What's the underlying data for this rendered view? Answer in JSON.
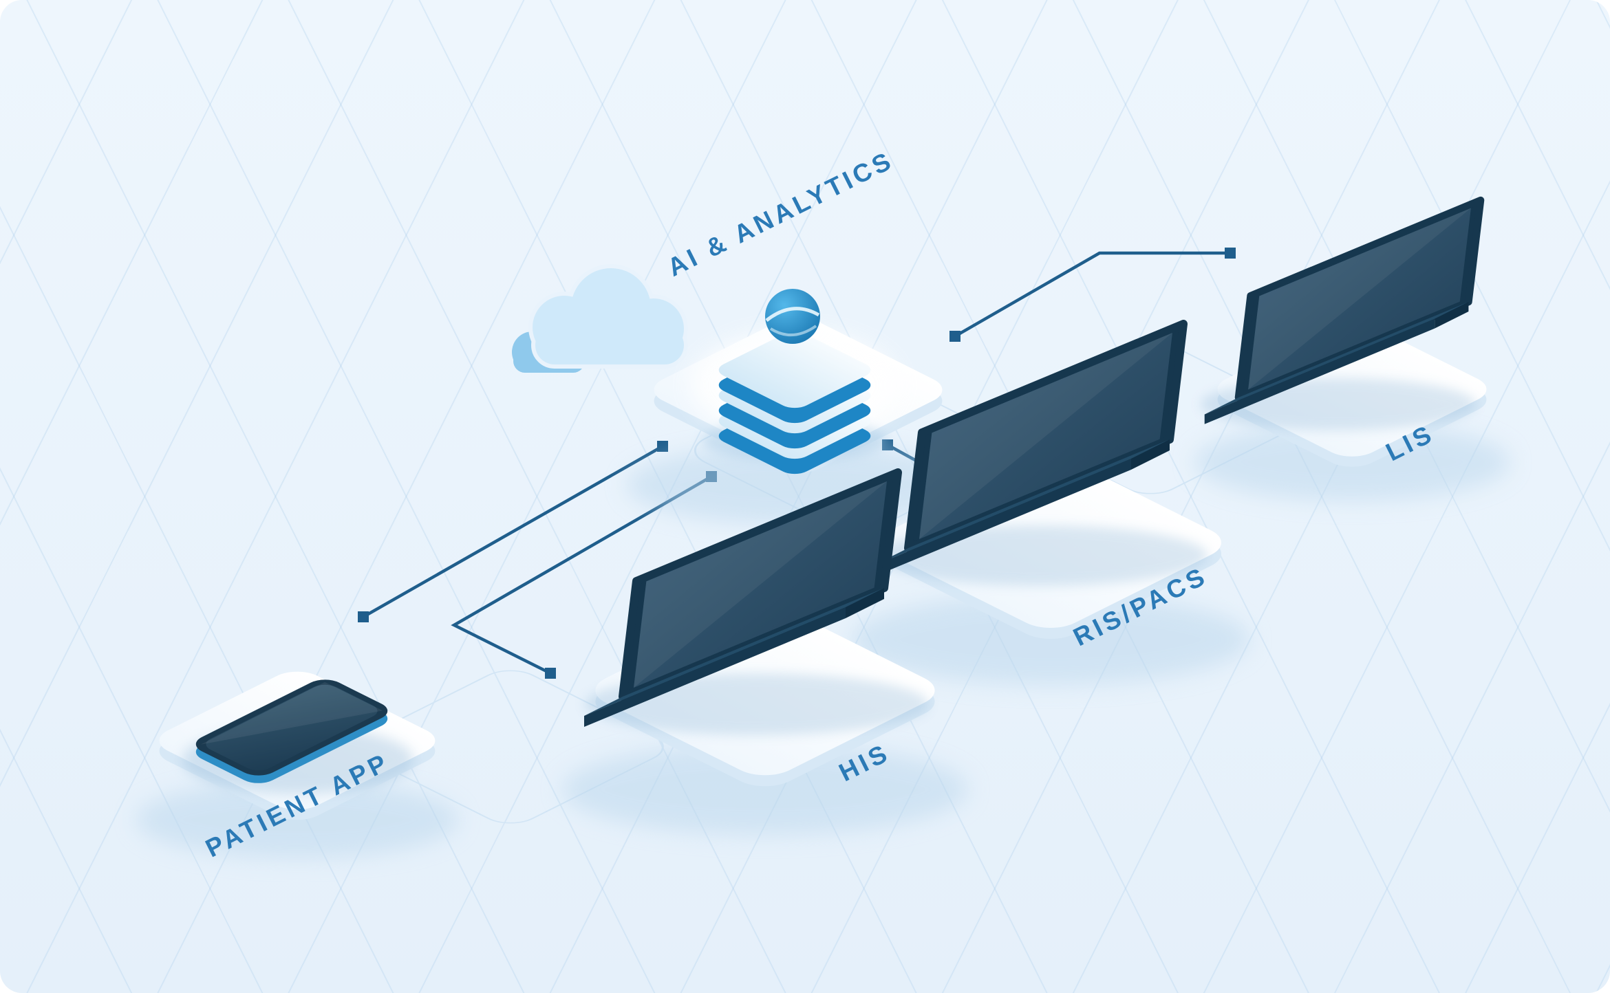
{
  "scene": {
    "background_color": "#e7f1fa",
    "grid_color": "#c7dcef",
    "connector_color": "#1f5e8c",
    "label_color": "#2b7ab6",
    "platform_color": "#ffffff",
    "device_screen_color": "#2c4e66",
    "cloud_color": "#cfe9fa",
    "accent_blue": "#1e86c5"
  },
  "nodes": {
    "ai": {
      "label": "AI & ANALYTICS",
      "type": "cloud-database"
    },
    "patient_app": {
      "label": "PATIENT APP",
      "type": "smartphone"
    },
    "his": {
      "label": "HIS",
      "type": "laptop"
    },
    "ris_pacs": {
      "label": "RIS/PACS",
      "type": "laptop"
    },
    "lis": {
      "label": "LIS",
      "type": "laptop"
    }
  },
  "connections": [
    {
      "from": "ai",
      "to": "patient_app"
    },
    {
      "from": "ai",
      "to": "his"
    },
    {
      "from": "ai",
      "to": "ris_pacs"
    },
    {
      "from": "ai",
      "to": "lis"
    }
  ]
}
